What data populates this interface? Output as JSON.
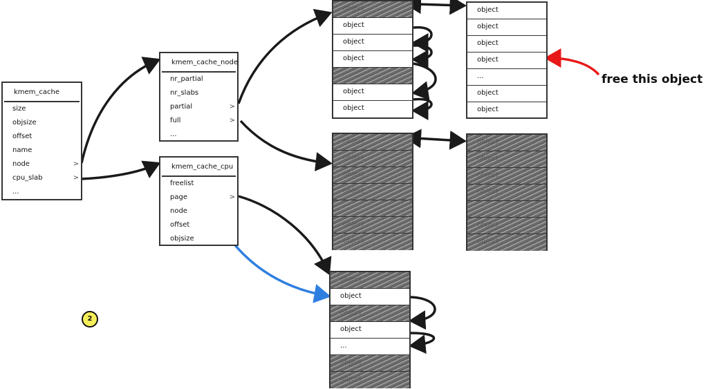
{
  "kmem_cache": {
    "title": "kmem_cache",
    "fields": [
      {
        "name": "size",
        "ptr": ""
      },
      {
        "name": "objsize",
        "ptr": ""
      },
      {
        "name": "offset",
        "ptr": ""
      },
      {
        "name": "name",
        "ptr": ""
      },
      {
        "name": "node",
        "ptr": ">"
      },
      {
        "name": "cpu_slab",
        "ptr": ">"
      },
      {
        "name": "...",
        "ptr": ""
      }
    ]
  },
  "kmem_cache_node": {
    "title": "kmem_cache_node",
    "fields": [
      {
        "name": "nr_partial",
        "ptr": ""
      },
      {
        "name": "nr_slabs",
        "ptr": ""
      },
      {
        "name": "partial",
        "ptr": ">"
      },
      {
        "name": "full",
        "ptr": ">"
      },
      {
        "name": "...",
        "ptr": ""
      }
    ]
  },
  "kmem_cache_cpu": {
    "title": "kmem_cache_cpu",
    "fields": [
      {
        "name": "freelist",
        "ptr": ""
      },
      {
        "name": "page",
        "ptr": ">"
      },
      {
        "name": "node",
        "ptr": ""
      },
      {
        "name": "offset",
        "ptr": ""
      },
      {
        "name": "objsize",
        "ptr": ""
      }
    ]
  },
  "slabs": {
    "partial_a": [
      {
        "label": "object",
        "used": true
      },
      {
        "label": "object",
        "used": false
      },
      {
        "label": "object",
        "used": false
      },
      {
        "label": "object",
        "used": false
      },
      {
        "label": "",
        "used": true
      },
      {
        "label": "object",
        "used": false
      },
      {
        "label": "object",
        "used": false
      }
    ],
    "partial_b": [
      {
        "label": "object",
        "used": false
      },
      {
        "label": "object",
        "used": false
      },
      {
        "label": "object",
        "used": false
      },
      {
        "label": "object",
        "used": false
      },
      {
        "label": "...",
        "used": false
      },
      {
        "label": "object",
        "used": false
      },
      {
        "label": "object",
        "used": false
      }
    ],
    "full_a": [
      {
        "label": "object",
        "used": true
      },
      {
        "label": "object",
        "used": true
      },
      {
        "label": "object",
        "used": true
      },
      {
        "label": "object",
        "used": true
      },
      {
        "label": "",
        "used": true
      },
      {
        "label": "object",
        "used": true
      },
      {
        "label": "object",
        "used": true
      }
    ],
    "full_b": [
      {
        "label": "object",
        "used": true
      },
      {
        "label": "object",
        "used": true
      },
      {
        "label": "object",
        "used": true
      },
      {
        "label": "object",
        "used": true
      },
      {
        "label": "",
        "used": true
      },
      {
        "label": "object",
        "used": true
      },
      {
        "label": "object",
        "used": true
      }
    ],
    "cpu_page": [
      {
        "label": "object",
        "used": true
      },
      {
        "label": "object",
        "used": false
      },
      {
        "label": "object",
        "used": true
      },
      {
        "label": "object",
        "used": false
      },
      {
        "label": "...",
        "used": false
      },
      {
        "label": "object",
        "used": true
      },
      {
        "label": "object",
        "used": true
      }
    ]
  },
  "annotation": "free this object",
  "step_badge": "2",
  "colors": {
    "arrow": "#1a1a1a",
    "freelist_arrow": "#2f7fe0",
    "free_arrow": "#e81818",
    "badge_fill": "#f7ef5a"
  }
}
